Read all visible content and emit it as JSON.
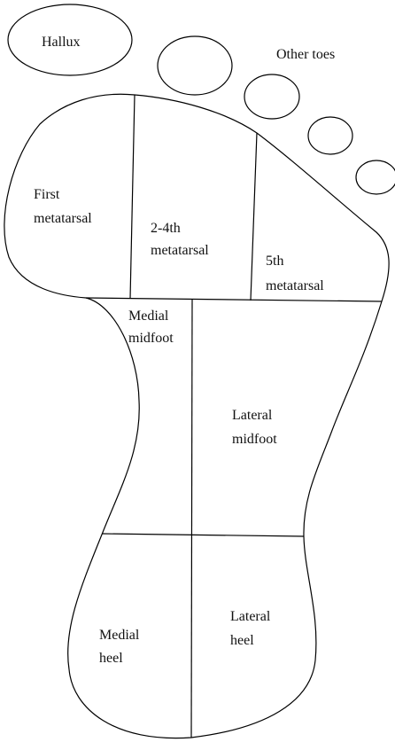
{
  "labels": {
    "hallux": "Hallux",
    "other_toes": "Other toes",
    "first_metatarsal": [
      "First",
      "metatarsal"
    ],
    "mid_metatarsal": [
      "2-4th",
      "metatarsal"
    ],
    "fifth_metatarsal": [
      "5th",
      "metatarsal"
    ],
    "medial_midfoot": [
      "Medial",
      "midfoot"
    ],
    "lateral_midfoot": [
      "Lateral",
      "midfoot"
    ],
    "medial_heel": [
      "Medial",
      "heel"
    ],
    "lateral_heel": [
      "Lateral",
      "heel"
    ]
  },
  "colors": {
    "stroke": "#000000",
    "background": "#ffffff"
  }
}
